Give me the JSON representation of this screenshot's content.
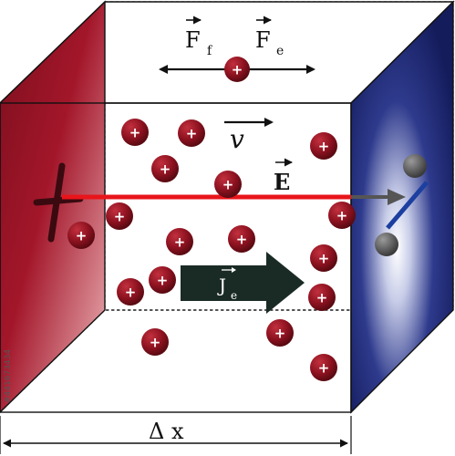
{
  "labels": {
    "friction_force": "F",
    "friction_force_sub": "f",
    "electric_force": "F",
    "electric_force_sub": "e",
    "velocity": "v",
    "field": "E",
    "current_density": "J",
    "current_density_sub": "e",
    "delta_x": "Δ x",
    "left_plate_sign": "+",
    "charge_sign": "+",
    "watermark": "#441673434"
  },
  "colors": {
    "left_plate": "#a3162a",
    "right_plate": "#1c2877",
    "charge": "#8e1220",
    "field_line": "#e8151b",
    "current_arrow": "#1a2b25",
    "electron": "#555555"
  },
  "icons": {
    "force_arrows": "double-headed-arrow",
    "velocity": "vector-arrow",
    "current": "block-arrow",
    "electrons": "gray-sphere"
  }
}
